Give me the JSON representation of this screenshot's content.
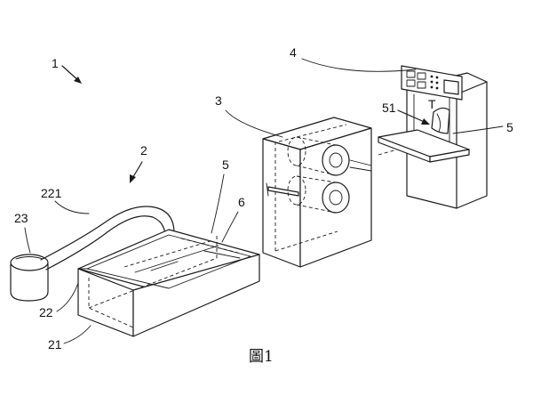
{
  "labels": {
    "l1": "1",
    "l2": "2",
    "l3": "3",
    "l4": "4",
    "l5a": "5",
    "l5b": "5",
    "l6": "6",
    "l51": "51",
    "l221": "221",
    "l23": "23",
    "l22": "22",
    "l21": "21",
    "lT": "T"
  },
  "caption": "圖1"
}
